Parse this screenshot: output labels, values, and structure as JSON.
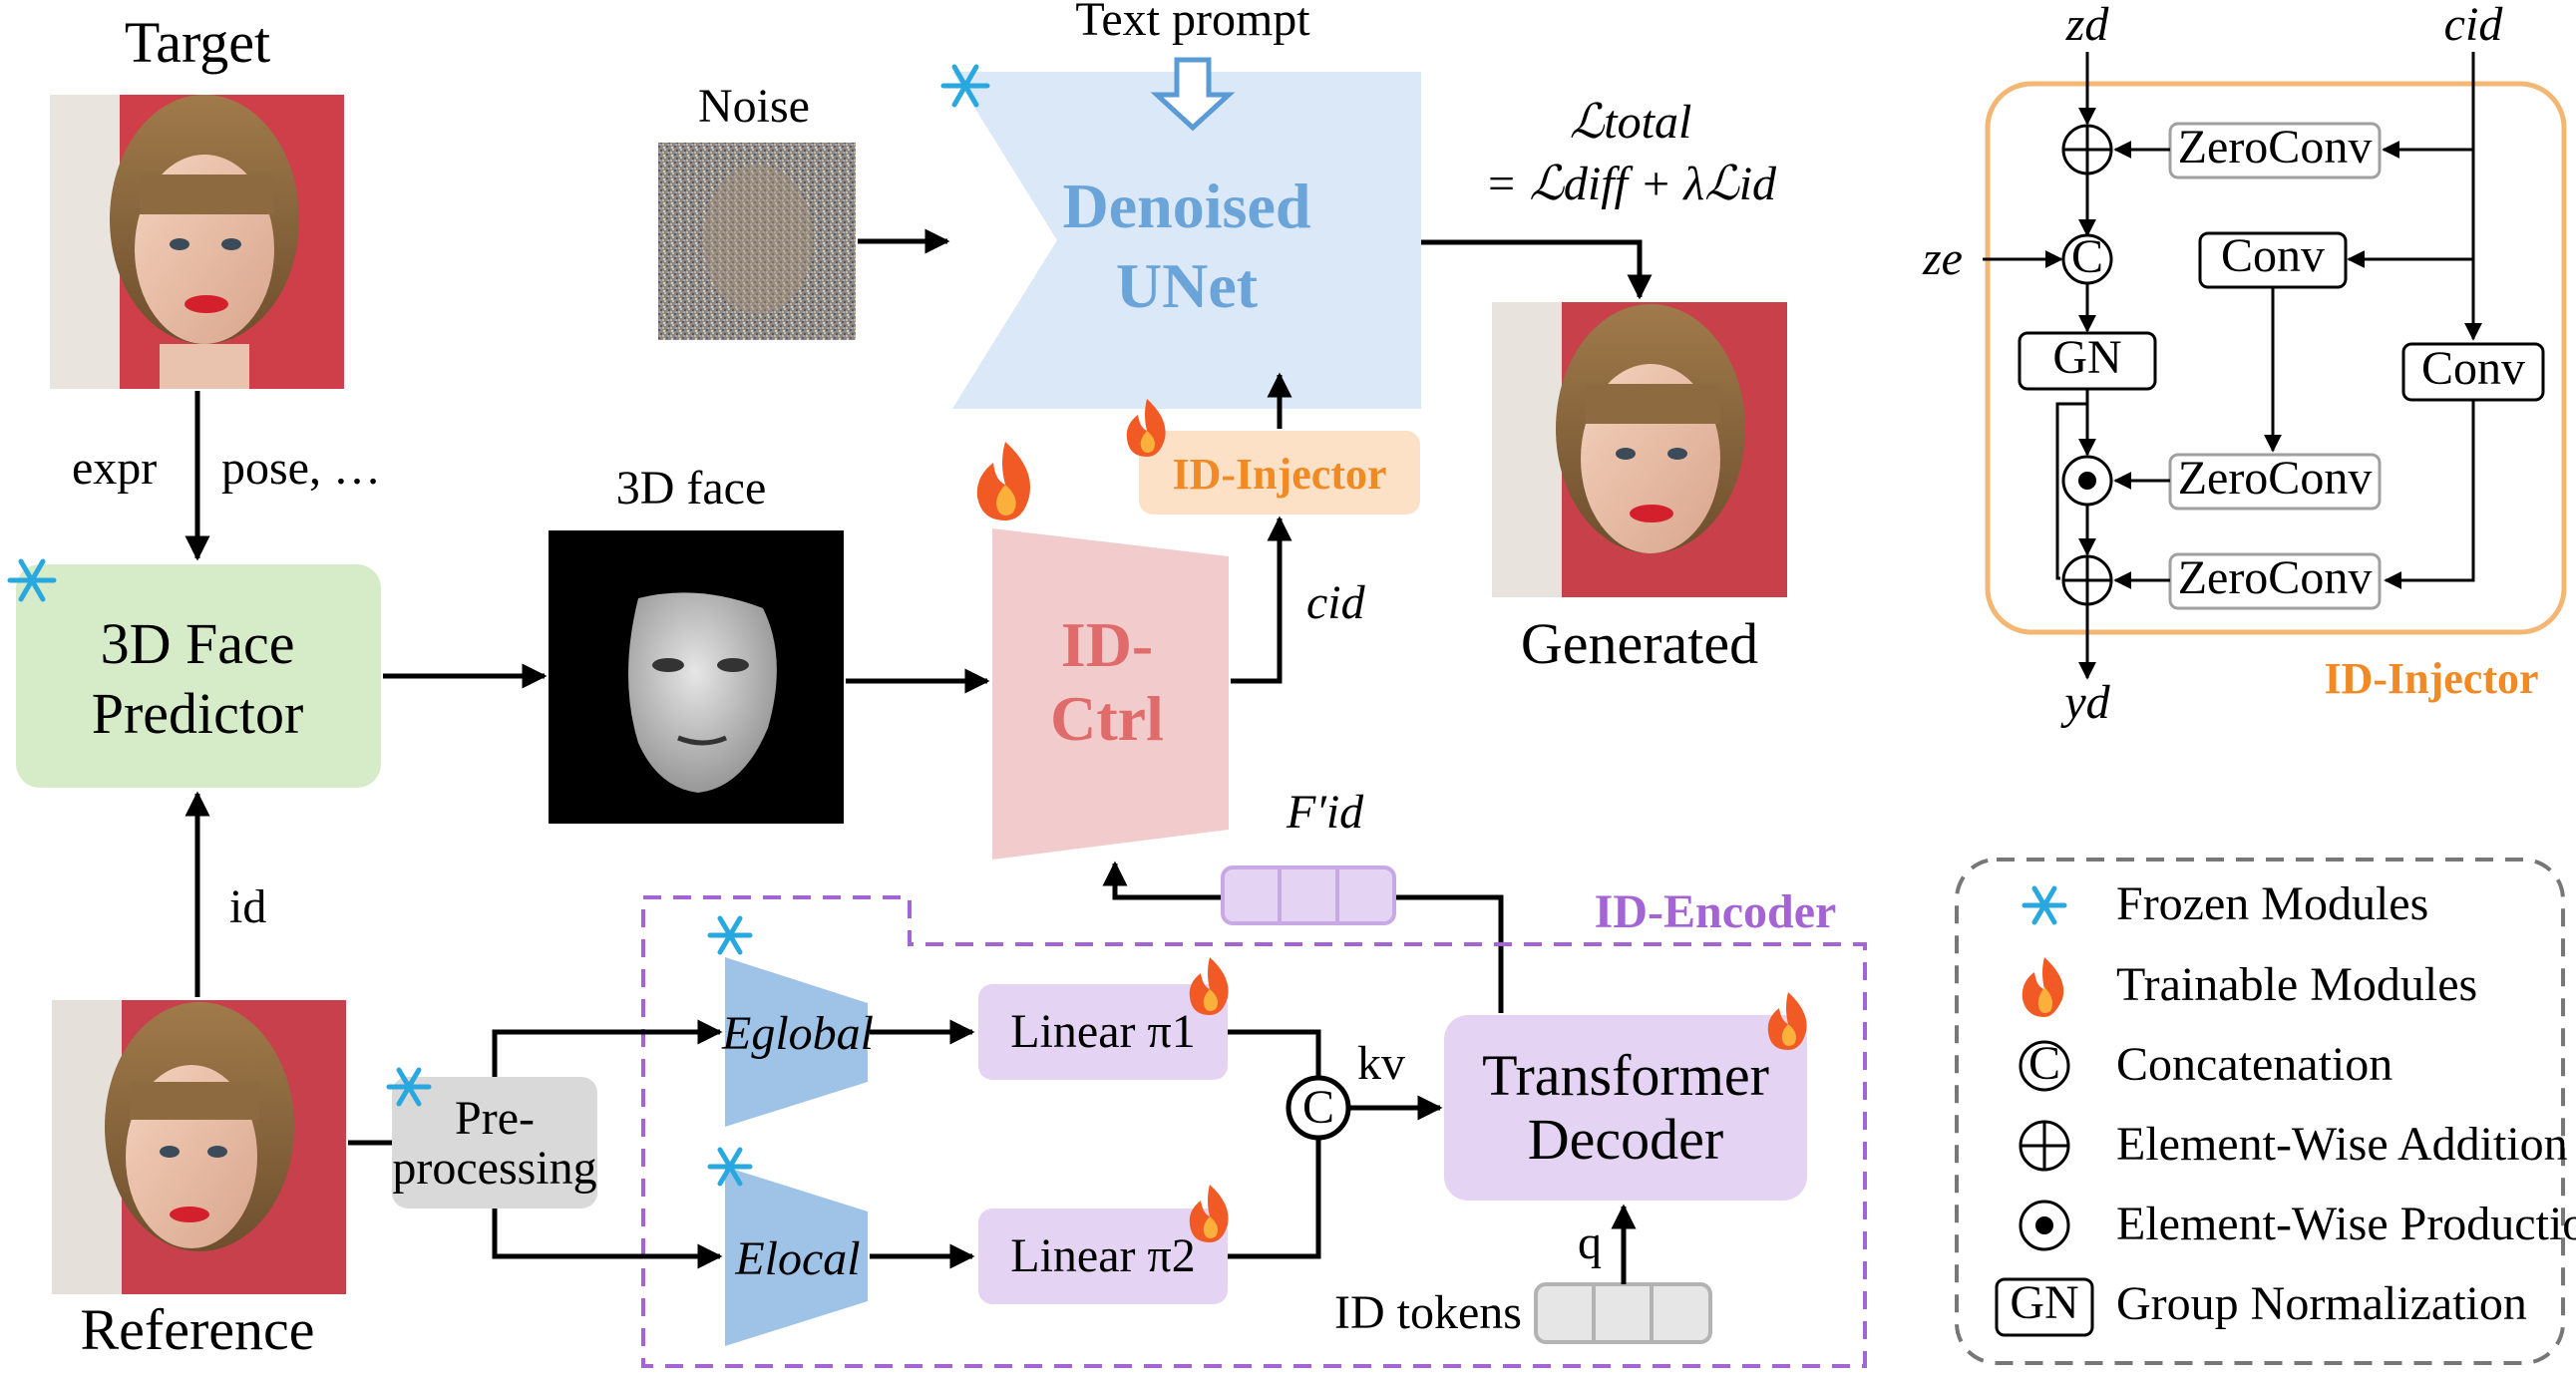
{
  "labels": {
    "target": "Target",
    "reference": "Reference",
    "generated": "Generated",
    "noise": "Noise",
    "text_prompt": "Text prompt",
    "denoised_unet_line1": "Denoised",
    "denoised_unet_line2": "UNet",
    "loss_line1": "ℒtotal",
    "loss_line2": "= ℒdiff + λℒid",
    "expr": "expr",
    "pose": "pose, …",
    "id": "id",
    "face_predictor_line1": "3D Face",
    "face_predictor_line2": "Predictor",
    "face_3d": "3D face",
    "id_ctrl_line1": "ID-",
    "id_ctrl_line2": "Ctrl",
    "id_injector": "ID-Injector",
    "c_id": "cid",
    "f_id": "F′id",
    "id_encoder": "ID-Encoder",
    "e_global": "Eglobal",
    "e_local": "Elocal",
    "linear_1": "Linear π1",
    "linear_2": "Linear π2",
    "concat": "C",
    "kv": "kv",
    "q": "q",
    "transformer_line1": "Transformer",
    "transformer_line2": "Decoder",
    "id_tokens": "ID tokens",
    "preprocessing_line1": "Pre-",
    "preprocessing_line2": "processing"
  },
  "injector": {
    "z_d": "zd",
    "c_id": "cid",
    "z_e": "ze",
    "y_d": "yd",
    "zeroconv": "ZeroConv",
    "conv": "Conv",
    "gn": "GN",
    "concat": "C",
    "title": "ID-Injector"
  },
  "legend": {
    "frozen": "Frozen Modules",
    "trainable": "Trainable Modules",
    "concat": "Concatenation",
    "add": "Element-Wise Addition",
    "prod": "Element-Wise Production",
    "gn_badge": "GN",
    "gn": "Group Normalization",
    "c_badge": "C"
  },
  "colors": {
    "frozen_blue": "#29a8e0",
    "flame": "#f15a24",
    "unet": "#dbe8f7",
    "predictor": "#d6ecc8",
    "id_ctrl": "#f2cccc",
    "injector_box": "#fde1c7",
    "encoder": "#9fc3e6",
    "linear": "#e4d3f2",
    "purple_dash": "#a564d3",
    "orange_border": "#f3b673"
  }
}
